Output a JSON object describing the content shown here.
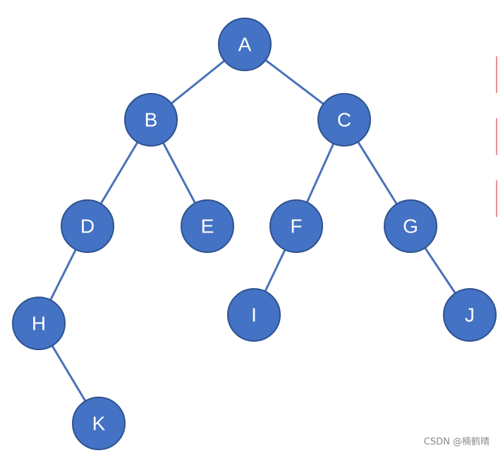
{
  "tree": {
    "nodes": [
      {
        "id": "A",
        "label": "A"
      },
      {
        "id": "B",
        "label": "B"
      },
      {
        "id": "C",
        "label": "C"
      },
      {
        "id": "D",
        "label": "D"
      },
      {
        "id": "E",
        "label": "E"
      },
      {
        "id": "F",
        "label": "F"
      },
      {
        "id": "G",
        "label": "G"
      },
      {
        "id": "H",
        "label": "H"
      },
      {
        "id": "I",
        "label": "I"
      },
      {
        "id": "J",
        "label": "J"
      },
      {
        "id": "K",
        "label": "K"
      }
    ],
    "edges": [
      {
        "from": "A",
        "to": "B"
      },
      {
        "from": "A",
        "to": "C"
      },
      {
        "from": "B",
        "to": "D"
      },
      {
        "from": "B",
        "to": "E"
      },
      {
        "from": "C",
        "to": "F"
      },
      {
        "from": "C",
        "to": "G"
      },
      {
        "from": "D",
        "to": "H"
      },
      {
        "from": "H",
        "to": "K"
      },
      {
        "from": "F",
        "to": "I"
      },
      {
        "from": "G",
        "to": "J"
      }
    ],
    "colors": {
      "node_fill": "#4472c4",
      "node_stroke": "#2f528f",
      "edge": "#4a72b8",
      "label": "#ffffff",
      "side_marks": "#e06a6a"
    }
  },
  "watermark": {
    "text": "CSDN @楠鹤晴"
  }
}
